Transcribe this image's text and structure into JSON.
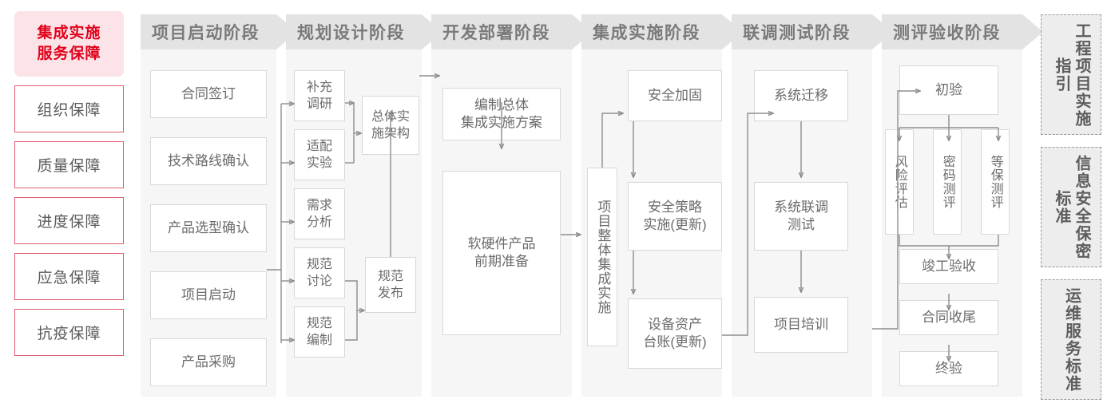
{
  "theme": {
    "accent_red": "#E2001A",
    "hero_bg": "#FBE3E8",
    "guard_border": "#E05A6E",
    "header_bg": "#E3E3E3",
    "column_bg": "#F6F6F6",
    "node_border": "#D8D8D8",
    "connector": "#8D8D8D",
    "standard_bg": "#EDEDED"
  },
  "left_panel": {
    "hero_line1": "集成实施",
    "hero_line2": "服务保障",
    "guarantees": [
      {
        "label": "组织保障"
      },
      {
        "label": "质量保障"
      },
      {
        "label": "进度保障"
      },
      {
        "label": "应急保障"
      },
      {
        "label": "抗疫保障"
      }
    ]
  },
  "phases": [
    {
      "key": "start",
      "title": "项目启动阶段",
      "nodes": [
        {
          "key": "contract-sign",
          "label": "合同签订"
        },
        {
          "key": "tech-route-confirm",
          "label": "技术路线确认"
        },
        {
          "key": "product-selection-confirm",
          "label": "产品选型确认"
        },
        {
          "key": "project-kickoff",
          "label": "项目启动"
        },
        {
          "key": "product-procurement",
          "label": "产品采购"
        }
      ]
    },
    {
      "key": "plan",
      "title": "规划设计阶段",
      "nodes": [
        {
          "key": "supplementary-research",
          "label": "补充\n调研"
        },
        {
          "key": "adaptation-experiment",
          "label": "适配\n实验"
        },
        {
          "key": "requirement-analysis",
          "label": "需求\n分析"
        },
        {
          "key": "spec-discussion",
          "label": "规范\n讨论"
        },
        {
          "key": "spec-drafting",
          "label": "规范\n编制"
        },
        {
          "key": "overall-architecture",
          "label": "总体实\n施架构"
        },
        {
          "key": "spec-release",
          "label": "规范\n发布"
        }
      ]
    },
    {
      "key": "dev",
      "title": "开发部署阶段",
      "nodes": [
        {
          "key": "compile-overall-plan",
          "label": "编制总体\n集成实施方案"
        },
        {
          "key": "hw-sw-preparation",
          "label": "软硬件产品\n前期准备"
        }
      ]
    },
    {
      "key": "integrate",
      "title": "集成实施阶段",
      "nodes": [
        {
          "key": "overall-integration",
          "label": "项目整体集成实施"
        },
        {
          "key": "security-hardening",
          "label": "安全加固"
        },
        {
          "key": "security-policy",
          "label": "安全策略\n实施(更新)"
        },
        {
          "key": "asset-ledger",
          "label": "设备资产\n台账(更新)"
        }
      ]
    },
    {
      "key": "joint-test",
      "title": "联调测试阶段",
      "nodes": [
        {
          "key": "system-migration",
          "label": "系统迁移"
        },
        {
          "key": "system-joint-test",
          "label": "系统联调\n测试"
        },
        {
          "key": "project-training",
          "label": "项目培训"
        }
      ]
    },
    {
      "key": "acceptance",
      "title": "测评验收阶段",
      "nodes": [
        {
          "key": "preliminary-acceptance",
          "label": "初验"
        },
        {
          "key": "risk-assessment",
          "label": "风险评估"
        },
        {
          "key": "crypto-evaluation",
          "label": "密码测评"
        },
        {
          "key": "grade-protection-evaluation",
          "label": "等保测评"
        },
        {
          "key": "completion-acceptance",
          "label": "竣工验收"
        },
        {
          "key": "contract-closeout",
          "label": "合同收尾"
        },
        {
          "key": "final-acceptance",
          "label": "终验"
        }
      ]
    }
  ],
  "standards": [
    {
      "key": "engineering-guideline",
      "label": "工程项目实施指引"
    },
    {
      "key": "infosec-standard",
      "label": "信息安全保密标准"
    },
    {
      "key": "om-service-standard",
      "label": "运维服务标准"
    }
  ]
}
